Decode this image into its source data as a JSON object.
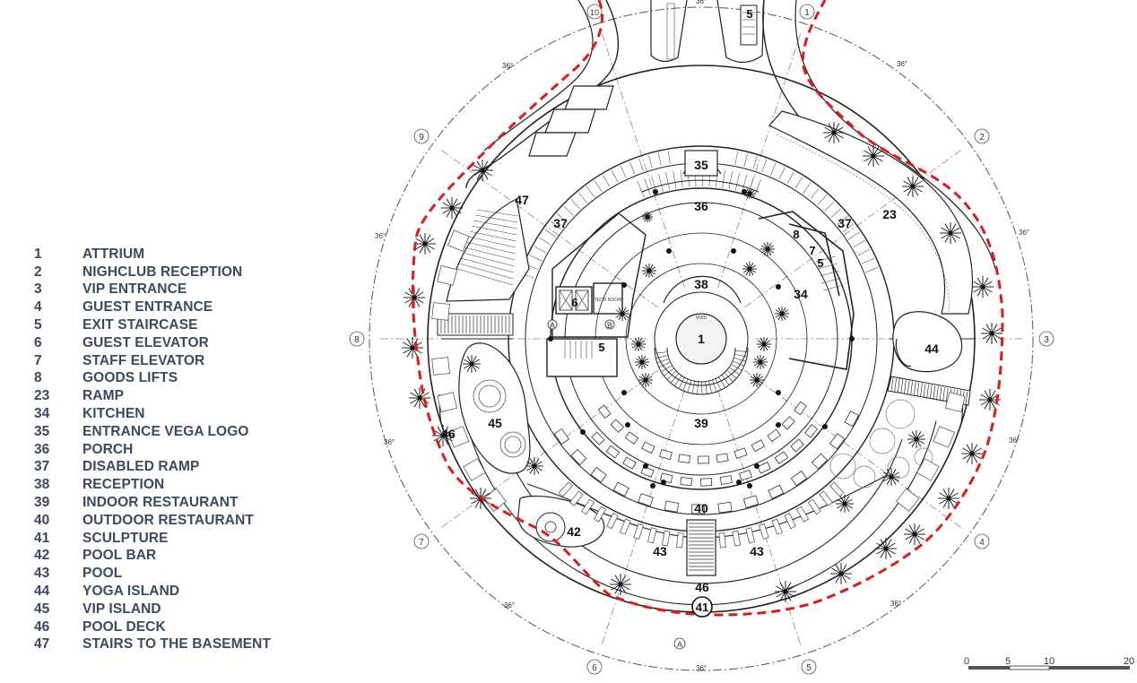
{
  "legend": [
    {
      "num": "1",
      "label": "ATTRIUM"
    },
    {
      "num": "2",
      "label": "NIGHCLUB RECEPTION"
    },
    {
      "num": "3",
      "label": "VIP ENTRANCE"
    },
    {
      "num": "4",
      "label": "GUEST ENTRANCE"
    },
    {
      "num": "5",
      "label": "EXIT STAIRCASE"
    },
    {
      "num": "6",
      "label": "GUEST ELEVATOR"
    },
    {
      "num": "7",
      "label": "STAFF ELEVATOR"
    },
    {
      "num": "8",
      "label": "GOODS LIFTS"
    },
    {
      "num": "23",
      "label": "RAMP"
    },
    {
      "num": "34",
      "label": "KITCHEN"
    },
    {
      "num": "35",
      "label": "ENTRANCE VEGA LOGO"
    },
    {
      "num": "36",
      "label": "PORCH"
    },
    {
      "num": "37",
      "label": "DISABLED RAMP"
    },
    {
      "num": "38",
      "label": "RECEPTION"
    },
    {
      "num": "39",
      "label": "INDOOR RESTAURANT"
    },
    {
      "num": "40",
      "label": "OUTDOOR RESTAURANT"
    },
    {
      "num": "41",
      "label": "SCULPTURE"
    },
    {
      "num": "42",
      "label": "POOL BAR"
    },
    {
      "num": "43",
      "label": "POOL"
    },
    {
      "num": "44",
      "label": "YOGA ISLAND"
    },
    {
      "num": "45",
      "label": "VIP ISLAND"
    },
    {
      "num": "46",
      "label": "POOL DECK"
    },
    {
      "num": "47",
      "label": "STAIRS TO THE BASEMENT"
    }
  ],
  "plan": {
    "zones": {
      "z1": "1",
      "z5a": "5",
      "z5b": "5",
      "z5c": "5",
      "z6": "6",
      "z7": "7",
      "z8": "8",
      "z23": "23",
      "z34": "34",
      "z35": "35",
      "z36": "36",
      "z37a": "37",
      "z37b": "37",
      "z38": "38",
      "z39": "39",
      "z40": "40",
      "z41": "41",
      "z42": "42",
      "z43a": "43",
      "z43b": "43",
      "z44": "44",
      "z45": "45",
      "z46a": "46",
      "z46b": "46",
      "z47": "47"
    },
    "grid": {
      "g1": "1",
      "g2": "2",
      "g3": "3",
      "g4": "4",
      "g5": "5",
      "g6": "6",
      "g7": "7",
      "g8": "8",
      "g9": "9",
      "g10": "10"
    },
    "angle": "36°",
    "markers": {
      "a1": "A",
      "b1": "B",
      "a2": "A"
    },
    "rooms": {
      "tech": "TECH ROOM",
      "void": "VOID"
    }
  },
  "scale_bar": {
    "t0": "0",
    "t5": "5",
    "t10": "10",
    "t20": "20"
  },
  "colors": {
    "boundary": "#dd1c1c",
    "legend_text": "#3b4a60",
    "line": "#222222"
  }
}
